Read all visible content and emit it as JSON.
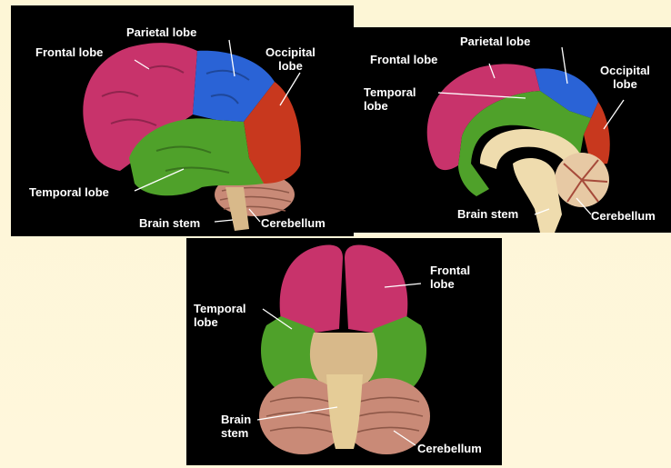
{
  "lateral_view": {
    "labels": {
      "frontal": "Frontal lobe",
      "parietal": "Parietal lobe",
      "occipital": "Occipital\nlobe",
      "temporal": "Temporal lobe",
      "brain_stem": "Brain stem",
      "cerebellum": "Cerebellum"
    }
  },
  "medial_view": {
    "labels": {
      "parietal": "Parietal lobe",
      "frontal": "Frontal lobe",
      "temporal": "Temporal\nlobe",
      "occipital": "Occipital\nlobe",
      "brain_stem": "Brain stem",
      "cerebellum": "Cerebellum"
    }
  },
  "inferior_view": {
    "labels": {
      "frontal": "Frontal\nlobe",
      "temporal": "Temporal\nlobe",
      "brain_stem": "Brain\nstem",
      "cerebellum": "Cerebellum"
    }
  },
  "colors": {
    "frontal": "#c8336b",
    "parietal": "#2a63d6",
    "occipital": "#c8381e",
    "temporal": "#4fa12a",
    "cerebellum": "#c98a77",
    "brain_stem": "#d8b98a",
    "background": "#000000",
    "page": "#fdf6d6"
  }
}
